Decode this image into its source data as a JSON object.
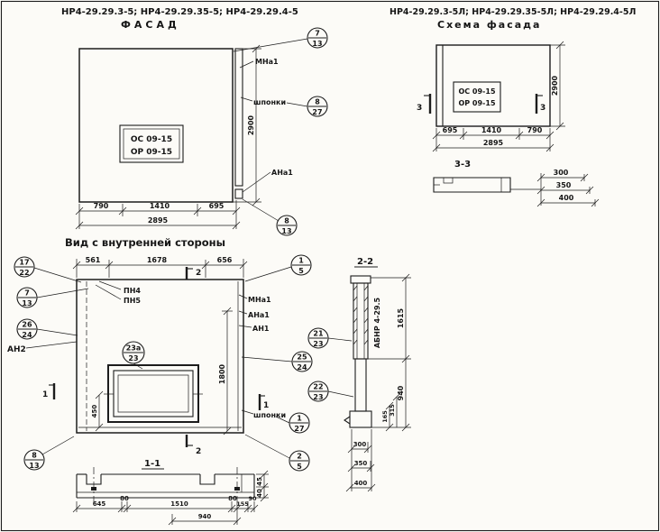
{
  "facade": {
    "title": "НР4-29.29.3-5; НР4-29.29.35-5; НР4-29.29.4-5",
    "subtitle": "ФАСАД",
    "panel_mark_line1": "ОС 09-15",
    "panel_mark_line2": "ОР 09-15",
    "label_mna1": "МНа1",
    "label_shponki": "шпонки",
    "label_ana1": "АНа1",
    "callout_top_n": "7",
    "callout_top_d": "13",
    "callout_key_n": "8",
    "callout_key_d": "27",
    "callout_corner_n": "8",
    "callout_corner_d": "13",
    "dim_w1": "790",
    "dim_w2": "1410",
    "dim_w3": "695",
    "dim_total": "2895",
    "dim_height": "2900"
  },
  "scheme": {
    "title": "НР4-29.29.3-5Л; НР4-29.29.35-5Л; НР4-29.29.4-5Л",
    "subtitle": "Схема фасада",
    "panel_mark_line1": "ОС 09-15",
    "panel_mark_line2": "ОР 09-15",
    "section_mark_left": "3",
    "section_mark_right": "3",
    "dim_w1": "695",
    "dim_w2": "1410",
    "dim_w3": "790",
    "dim_total": "2895",
    "dim_height": "2900",
    "plan_label": "3-3",
    "plan_dim_1": "300",
    "plan_dim_2": "350",
    "plan_dim_3": "400"
  },
  "inner": {
    "title": "Вид с внутренней стороны",
    "dim_w1": "561",
    "dim_w2": "1678",
    "dim_w3": "656",
    "dim_height": "1800",
    "dim_window": "450",
    "label_an2": "АН2",
    "label_pn4": "ПН4",
    "label_pn5": "ПН5",
    "label_mna1": "МНа1",
    "label_ana1": "АНа1",
    "label_an1": "АН1",
    "label_shponki": "шпонки",
    "co_17_22_n": "17",
    "co_17_22_d": "22",
    "co_7_13_n": "7",
    "co_7_13_d": "13",
    "co_26_24_n": "26",
    "co_26_24_d": "24",
    "co_23a_n": "23а",
    "co_23a_d": "23",
    "co_1_5_n": "1",
    "co_1_5_d": "5",
    "co_21_23_n": "21",
    "co_21_23_d": "23",
    "co_25_24_n": "25",
    "co_25_24_d": "24",
    "co_22_23_n": "22",
    "co_22_23_d": "23",
    "co_1_27_n": "1",
    "co_1_27_d": "27",
    "co_2_5_n": "2",
    "co_2_5_d": "5",
    "co_8_13_n": "8",
    "co_8_13_d": "13",
    "mark_1": "1",
    "mark_2": "2"
  },
  "sec11": {
    "label": "1-1",
    "d1": "645",
    "d2": "80",
    "d3": "1510",
    "d4": "80",
    "d5": "155",
    "d6": "90",
    "d7": "940",
    "v1": "45",
    "v2": "40"
  },
  "sec22": {
    "label": "2-2",
    "part": "АБНР 4-29.5",
    "dv1": "1615",
    "dv2": "940",
    "ds1": "165",
    "ds2": "315",
    "db1": "300",
    "db2": "350",
    "db3": "400"
  }
}
